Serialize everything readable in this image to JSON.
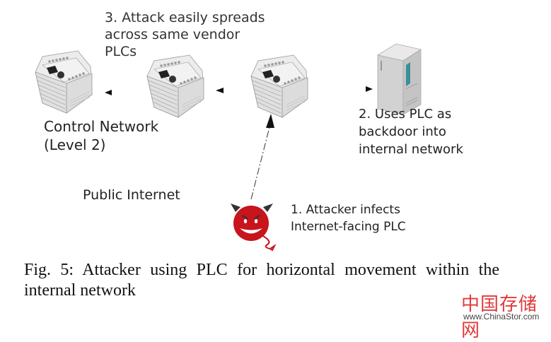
{
  "figure": {
    "nodes": [
      {
        "id": "plc-control",
        "type": "plc",
        "label": "Control Network\n(Level 2)"
      },
      {
        "id": "plc-middle",
        "type": "plc",
        "label": ""
      },
      {
        "id": "plc-internet-facing",
        "type": "plc",
        "label": ""
      },
      {
        "id": "server",
        "type": "server",
        "label": "2. Uses PLC as\nbackdoor into\ninternal network"
      },
      {
        "id": "attacker",
        "type": "devil",
        "label": "1. Attacker infects\nInternet-facing PLC"
      }
    ],
    "edges": [
      {
        "from": "attacker",
        "to": "plc-internet-facing",
        "style": "dashed-arrow"
      },
      {
        "from": "plc-internet-facing",
        "to": "plc-middle",
        "style": "arrowhead"
      },
      {
        "from": "plc-middle",
        "to": "plc-control",
        "style": "arrowhead"
      },
      {
        "from": "plc-internet-facing",
        "to": "server",
        "style": "arrowhead"
      }
    ],
    "labels": {
      "spread": "3. Attack easily spreads\nacross same vendor\nPLCs",
      "control_network": "Control Network\n(Level 2)",
      "backdoor": "2. Uses PLC as\nbackdoor into\ninternal network",
      "public_internet": "Public Internet",
      "attacker": "1. Attacker infects\nInternet-facing PLC"
    },
    "caption": "Fig. 5: Attacker using PLC for horizontal movement within the internal network"
  },
  "watermark": {
    "chinese": "中国存储网",
    "url": "www.ChinaStor.com",
    "color": "#e23a3a"
  },
  "colors": {
    "devil_red": "#c8141c",
    "server_teal": "#3a8f9a",
    "plc_body": "#e6e6e6",
    "plc_screen": "#222222"
  }
}
